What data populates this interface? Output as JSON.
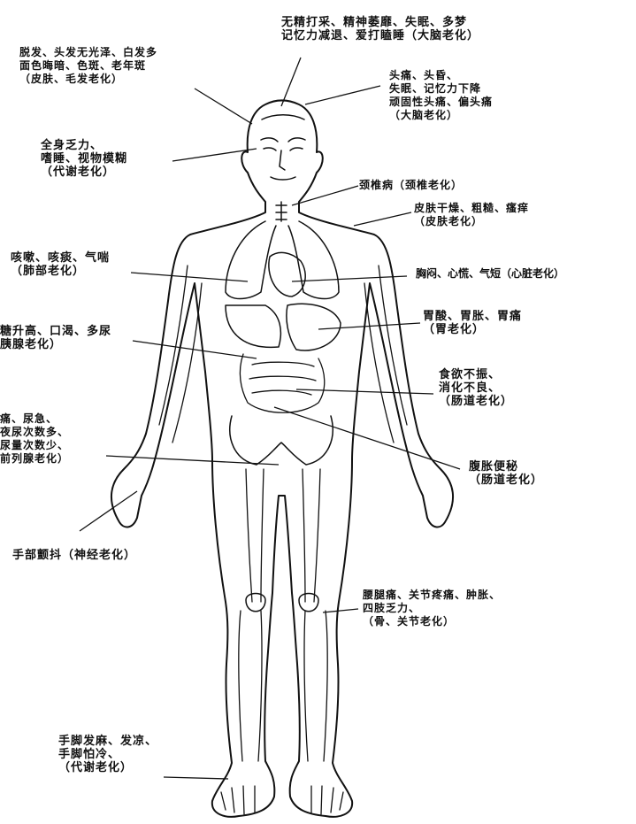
{
  "labels": {
    "brain": [
      "无精打采、精神萎靡、失眠、多梦",
      "记忆力减退、爱打瞌睡（大脑老化）"
    ],
    "hair": [
      "脱发、头发无光泽、白发多",
      "面色晦暗、色斑、老年斑",
      "（皮肤、毛发老化）"
    ],
    "head": [
      "头痛、头昏、",
      "失眠、记忆力下降",
      "顽固性头痛、偏头痛",
      "（大脑老化）"
    ],
    "metabolism": [
      "全身乏力、",
      "嗜睡、视物模糊",
      "（代谢老化）"
    ],
    "spine": [
      "颈椎病（颈椎老化）"
    ],
    "skin": [
      "皮肤干燥、粗糙、瘙痒",
      "（皮肤老化）"
    ],
    "lung": [
      "咳嗽、咳痰、气喘",
      "（肺部老化）"
    ],
    "heart": [
      "胸闷、心慌、气短（心脏老化）"
    ],
    "pancreas": [
      "糖升高、口渴、多尿",
      "胰腺老化）"
    ],
    "stomach": [
      "胃酸、胃胀、胃痛",
      "（胃老化）"
    ],
    "intestine": [
      "食欲不振、",
      "消化不良、",
      "（肠道老化）"
    ],
    "prostate": [
      "痛、尿急、",
      "夜尿次数多、",
      "尿量次数少、",
      "前列腺老化）"
    ],
    "bowel": [
      "腹胀便秘",
      "（肠道老化）"
    ],
    "nerve": [
      "手部颤抖（神经老化）"
    ],
    "joint": [
      "腰腿痛、关节疼痛、肿胀、",
      "四肢乏力、",
      "（骨、关节老化）"
    ],
    "limbs": [
      "手脚发麻、发凉、",
      "手脚怕冷、",
      "（代谢老化）"
    ]
  },
  "colors": {
    "ink": "#111111",
    "background": "#ffffff"
  }
}
